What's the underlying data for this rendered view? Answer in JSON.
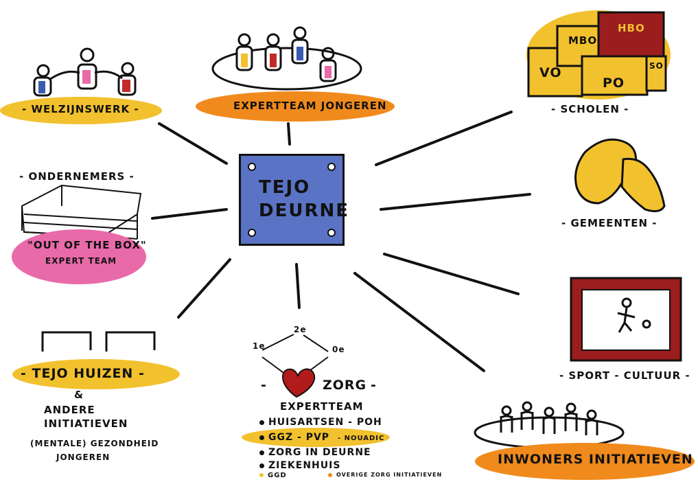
{
  "center": {
    "line1": "TEJO",
    "line2": "DEURNE"
  },
  "nodes": {
    "welzijnswerk": "- WELZIJNSWERK -",
    "expertteam_jongeren": "EXPERTTEAM JONGEREN",
    "scholen": "- SCHOLEN -",
    "school_tags": {
      "mbo": "MBO",
      "hbo": "HBO",
      "vo": "VO",
      "po": "PO",
      "so": "SO"
    },
    "ondernemers": "- ONDERNEMERS -",
    "outofthebox_1": "\"OUT OF THE BOX\"",
    "outofthebox_2": "EXPERT TEAM",
    "gemeenten": "- GEMEENTEN -",
    "sport_cultuur": "- SPORT - CULTUUR -",
    "tejo_huizen": "- TEJO HUIZEN -",
    "andere_amp": "&",
    "andere_1": "ANDERE",
    "andere_2": "INITIATIEVEN",
    "andere_3": "(MENTALE) GEZONDHEID",
    "andere_4": "JONGEREN",
    "lines_1": "1e",
    "lines_2": "2e",
    "lines_0": "0e",
    "zorg": "ZORG",
    "zorg_dash_left": "-",
    "zorg_dash_right": "-",
    "zorg_expertteam": "EXPERTTEAM",
    "zorg_items": {
      "huisartsen": "HUISARTSEN - POH",
      "ggz": "GGZ - PVP",
      "nouadic": "- NOUADIC",
      "zorg_in_deurne": "ZORG IN DEURNE",
      "ziekenhuis": "ZIEKENHUIS",
      "ggd": "GGD",
      "overige": "OVERIGE ZORG INITIATIEVEN"
    },
    "inwoners": "INWONERS INITIATIEVEN"
  },
  "colors": {
    "yellow": "#f2c12e",
    "orange": "#f08a1c",
    "pink": "#e86aa9",
    "blue": "#5a73c4",
    "darkred": "#9b1d1d",
    "ink": "#111111"
  }
}
